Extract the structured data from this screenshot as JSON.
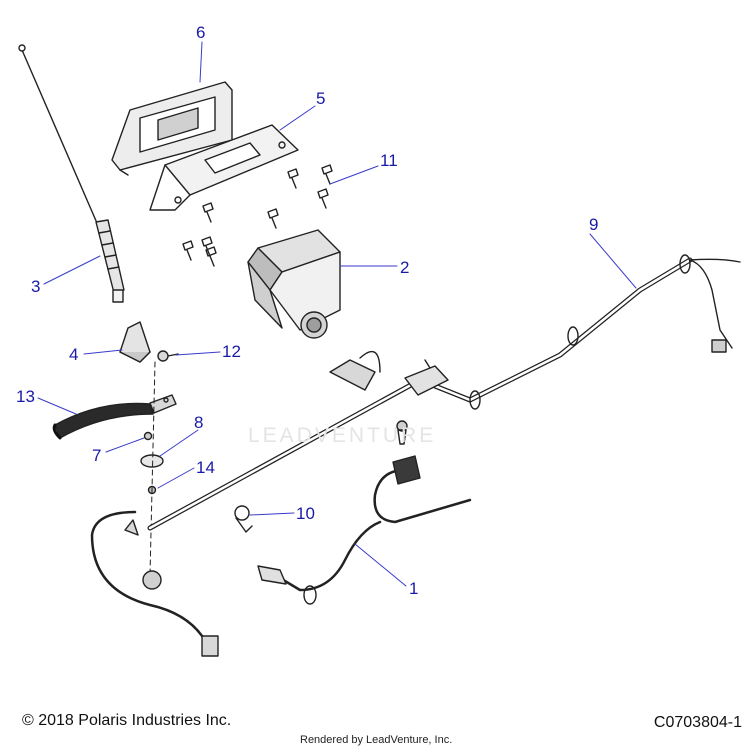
{
  "callouts": [
    "6",
    "5",
    "11",
    "3",
    "2",
    "9",
    "4",
    "12",
    "13",
    "8",
    "7",
    "14",
    "10",
    "1"
  ],
  "watermark": "LEADVENTURE",
  "footer": {
    "copyright": "© 2018 Polaris Industries Inc.",
    "rendered_by": "Rendered by LeadVenture, Inc.",
    "diagram_id": "C0703804-1"
  },
  "colors": {
    "callout": "#1a1aa6",
    "line_art": "#222222"
  }
}
